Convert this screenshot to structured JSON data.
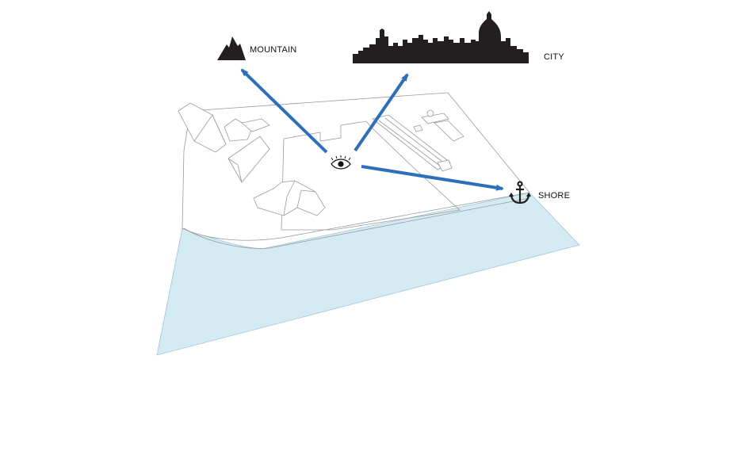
{
  "labels": {
    "mountain": "MOUNTAIN",
    "city": "CITY",
    "shore": "SHORE"
  },
  "icons": {
    "viewpoint": "eye-icon",
    "mountain": "mountain-icon",
    "city": "city-skyline-icon",
    "shore": "anchor-icon"
  },
  "colors": {
    "arrow": "#2e6fbb",
    "water": "#d5ebf3",
    "site_outline": "#9a9a9a",
    "silhouette": "#231f20"
  }
}
